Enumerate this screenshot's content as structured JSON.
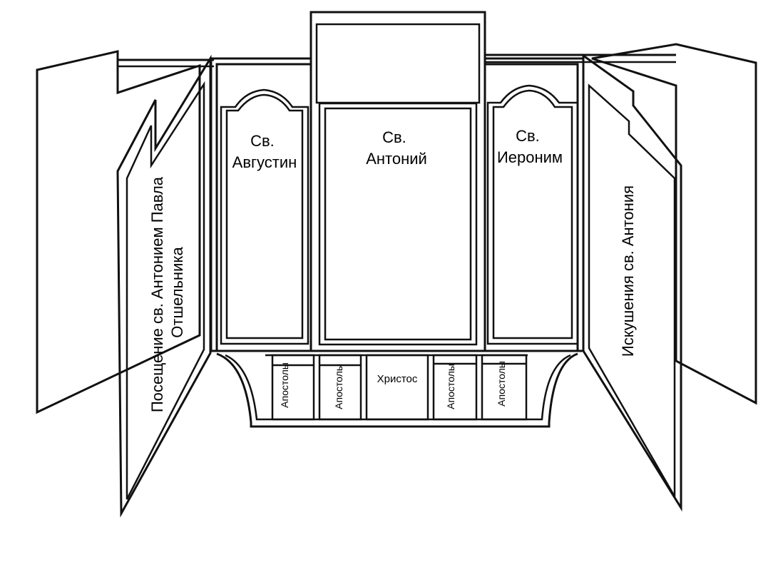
{
  "labels": {
    "left_wing": [
      "Посещение св. Антонием Павла",
      "Отшельника"
    ],
    "right_wing": "Искушения св. Антония",
    "center_panel": [
      "Св.",
      "Антоний"
    ],
    "left_panel": [
      "Св.",
      "Августин"
    ],
    "right_panel": [
      "Св.",
      "Иероним"
    ],
    "predella": [
      "Апостолы",
      "Апостолы",
      "Христос",
      "Апостолы",
      "Апостолы"
    ]
  }
}
